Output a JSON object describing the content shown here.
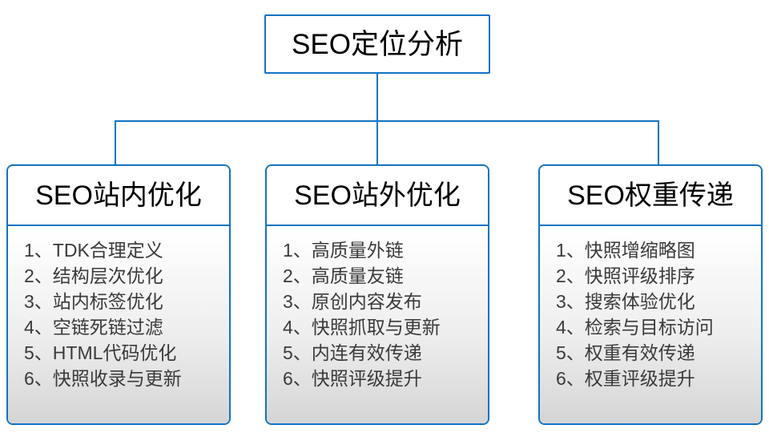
{
  "diagram": {
    "type": "hierarchy-org-chart",
    "colors": {
      "border": "#1273C3",
      "node_fill": "#FFFFFF",
      "body_gradient_top": "#FFFFFF",
      "body_gradient_bottom": "#D4D4D4",
      "title_text": "#000000",
      "item_text": "#3A3A3A"
    },
    "root": {
      "label": "SEO定位分析"
    },
    "children": [
      {
        "title": "SEO站内优化",
        "items": [
          "1、TDK合理定义",
          "2、结构层次优化",
          "3、站内标签优化",
          "4、空链死链过滤",
          "5、HTML代码优化",
          "6、快照收录与更新"
        ]
      },
      {
        "title": "SEO站外优化",
        "items": [
          "1、高质量外链",
          "2、高质量友链",
          "3、原创内容发布",
          "4、快照抓取与更新",
          "5、内连有效传递",
          "6、快照评级提升"
        ]
      },
      {
        "title": "SEO权重传递",
        "items": [
          "1、快照增缩略图",
          "2、快照评级排序",
          "3、搜索体验优化",
          "4、检索与目标访问",
          "5、权重有效传递",
          "6、权重评级提升"
        ]
      }
    ]
  }
}
